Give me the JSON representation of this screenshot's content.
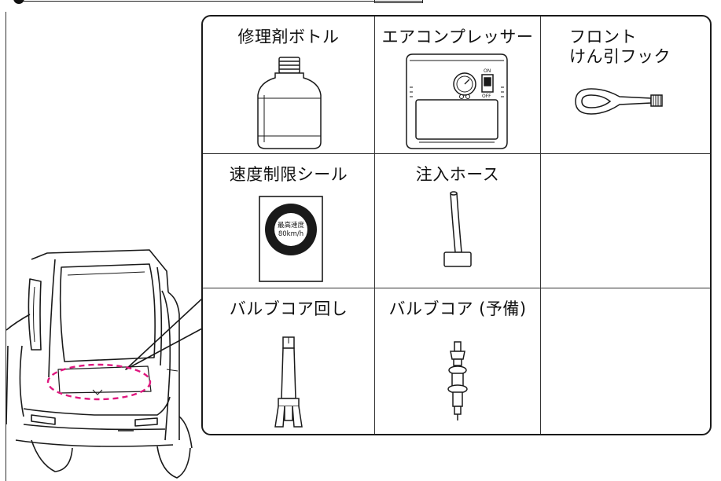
{
  "panel": {
    "items": [
      {
        "label": "修理剤ボトル",
        "icon": "repair-bottle-icon"
      },
      {
        "label": "エアコンプレッサー",
        "icon": "air-compressor-icon",
        "switch_on": "ON",
        "switch_off": "OFF"
      },
      {
        "label_line1": "フロント",
        "label_line2": "けん引フック",
        "icon": "tow-hook-icon"
      },
      {
        "label": "速度制限シール",
        "icon": "speed-limit-sticker-icon",
        "sticker_line1": "最高速度",
        "sticker_line2": "80km/h"
      },
      {
        "label": "注入ホース",
        "icon": "injection-hose-icon"
      },
      {
        "label": "バルブコア回し",
        "icon": "valve-core-tool-icon"
      },
      {
        "label": "バルブコア (予備)",
        "icon": "valve-core-spare-icon"
      }
    ]
  },
  "colors": {
    "highlight_ellipse": "#e0177f",
    "line": "#1a1a1a"
  }
}
